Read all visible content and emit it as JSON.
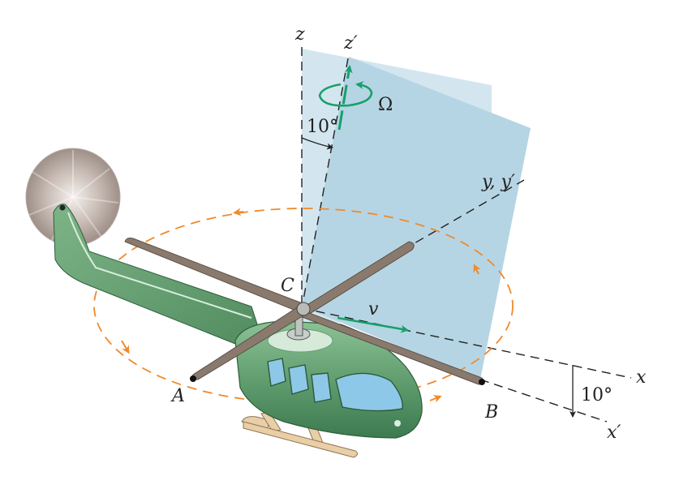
{
  "labels": {
    "z": "z",
    "z_prime": "z′",
    "omega": "Ω",
    "angle_top": "10°",
    "y_pair": "y, y′",
    "C": "C",
    "v": "v",
    "x": "x",
    "x_prime": "x′",
    "angle_right": "10°",
    "A": "A",
    "B": "B"
  },
  "colors": {
    "plane_back": "#d3e6f0",
    "plane_front": "#b6d5e4",
    "orbit": "#f08a2c",
    "vector_green": "#16a06a",
    "body_green": "#6ba879",
    "body_dark": "#3e7650",
    "blade": "#8a7a6e",
    "skid": "#e8cfa8",
    "window": "#8ec8e8"
  },
  "icons": {
    "tail_rotor": "tail-rotor-disc",
    "rotation_arrow": "curved-rotation-arrow"
  }
}
